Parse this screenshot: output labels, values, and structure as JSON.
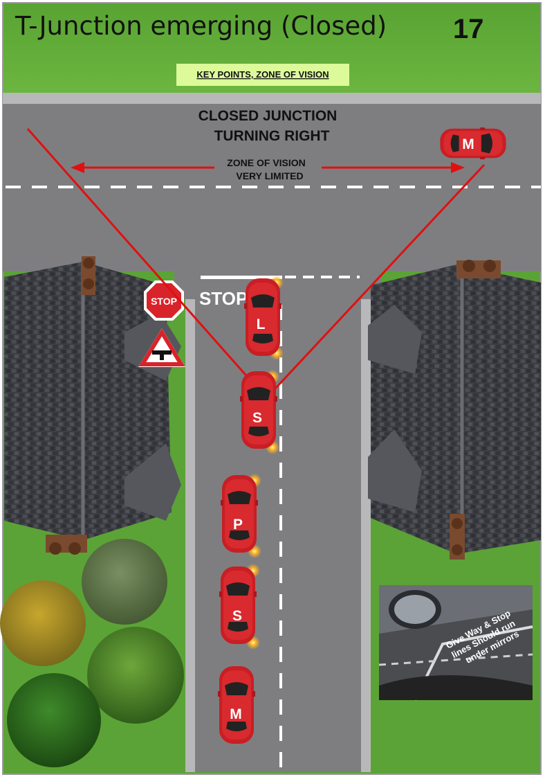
{
  "header": {
    "title": "T-Junction emerging (Closed)",
    "page_number": "17",
    "key_points": "KEY POINTS, ZONE OF VISION"
  },
  "road": {
    "heading_line1": "CLOSED JUNCTION",
    "heading_line2": "TURNING RIGHT",
    "zone_line1": "ZONE OF VISION",
    "zone_line2": "VERY LIMITED",
    "stop_marking": "STOP",
    "stop_sign": "STOP"
  },
  "cars": [
    {
      "label": "M"
    },
    {
      "label": "L"
    },
    {
      "label": "S"
    },
    {
      "label": "P"
    },
    {
      "label": "S"
    },
    {
      "label": "M"
    }
  ],
  "inset": {
    "line1": "Give Way & Stop",
    "line2": "lines Should run",
    "line3": "under mirrors"
  },
  "colors": {
    "grass": "#4f9a2c",
    "road": "#7e7e80",
    "car": "#c81e24",
    "sight_line": "#e01010",
    "sign_red": "#d9232a",
    "key_points_bg": "#dcfa9a"
  }
}
